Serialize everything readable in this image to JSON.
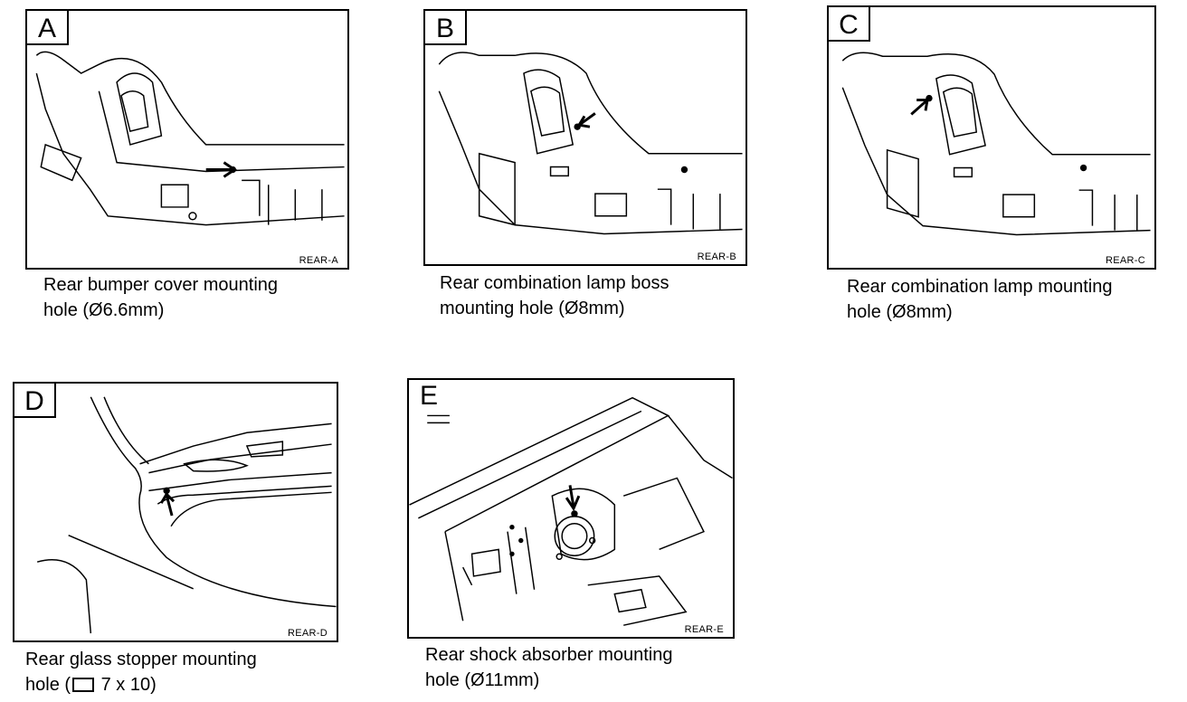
{
  "panels": [
    {
      "letter": "A",
      "ref": "REAR-A",
      "caption": "Rear bumper cover mounting\nhole (Ø6.6mm)"
    },
    {
      "letter": "B",
      "ref": "REAR-B",
      "caption": "Rear combination lamp boss\nmounting hole (Ø8mm)"
    },
    {
      "letter": "C",
      "ref": "REAR-C",
      "caption": "Rear combination lamp mounting\nhole (Ø8mm)"
    },
    {
      "letter": "D",
      "ref": "REAR-D",
      "caption_line1": "Rear glass stopper mounting",
      "caption_line2_pre": "hole (",
      "caption_line2_post": " 7 x 10)"
    },
    {
      "letter": "E",
      "ref": "REAR-E",
      "caption": "Rear shock absorber mounting\nhole (Ø11mm)"
    }
  ],
  "colors": {
    "line": "#000000",
    "background": "#ffffff"
  }
}
